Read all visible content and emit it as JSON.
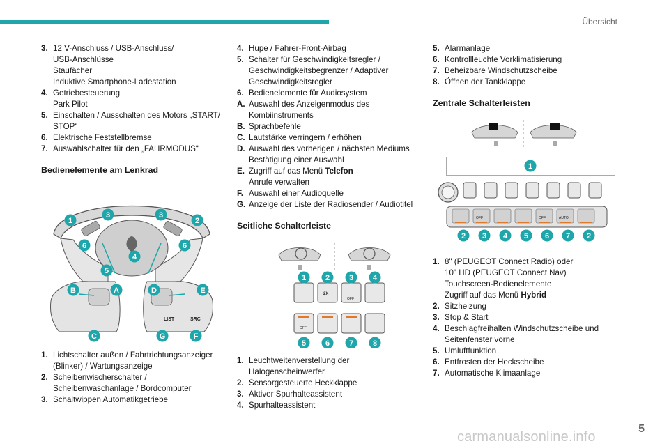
{
  "header": {
    "section": "Übersicht",
    "accent_color": "#1ea6aa"
  },
  "col1": {
    "items": [
      {
        "num": "3.",
        "lines": [
          "12 V-Anschluss / USB-Anschluss/",
          "USB-Anschlüsse",
          "Staufächer",
          "Induktive Smartphone-Ladestation"
        ]
      },
      {
        "num": "4.",
        "lines": [
          "Getriebesteuerung",
          "Park Pilot"
        ]
      },
      {
        "num": "5.",
        "lines": [
          "Einschalten / Ausschalten des Motors „START/",
          "STOP“"
        ]
      },
      {
        "num": "6.",
        "lines": [
          "Elektrische Feststellbremse"
        ]
      },
      {
        "num": "7.",
        "lines": [
          "Auswahlschalter für den „FAHRMODUS“"
        ]
      }
    ],
    "heading": "Bedienelemente am Lenkrad",
    "items2": [
      {
        "num": "1.",
        "lines": [
          "Lichtschalter außen / Fahrtrichtungsanzeiger",
          "(Blinker) / Wartungsanzeige"
        ]
      },
      {
        "num": "2.",
        "lines": [
          "Scheibenwischerschalter /",
          "Scheibenwaschanlage / Bordcomputer"
        ]
      },
      {
        "num": "3.",
        "lines": [
          "Schaltwippen Automatikgetriebe"
        ]
      }
    ]
  },
  "col2": {
    "items": [
      {
        "num": "4.",
        "lines": [
          "Hupe / Fahrer-Front-Airbag"
        ]
      },
      {
        "num": "5.",
        "lines": [
          "Schalter für Geschwindigkeitsregler /",
          "Geschwindigkeitsbegrenzer / Adaptiver",
          "Geschwindigkeitsregler"
        ]
      },
      {
        "num": "6.",
        "lines": [
          "Bedienelemente für Audiosystem"
        ]
      },
      {
        "num": "A.",
        "lines": [
          "Auswahl des Anzeigenmodus des",
          "Kombiinstruments"
        ]
      },
      {
        "num": "B.",
        "lines": [
          "Sprachbefehle"
        ]
      },
      {
        "num": "C.",
        "lines": [
          "Lautstärke verringern / erhöhen"
        ]
      },
      {
        "num": "D.",
        "lines": [
          "Auswahl des vorherigen / nächsten Mediums",
          "Bestätigung einer Auswahl"
        ]
      },
      {
        "num": "E.",
        "lines": [
          "Zugriff auf das Menü",
          "Anrufe verwalten"
        ],
        "bold_suffix": "Telefon"
      },
      {
        "num": "F.",
        "lines": [
          "Auswahl einer Audioquelle"
        ]
      },
      {
        "num": "G.",
        "lines": [
          "Anzeige der Liste der Radiosender / Audiotitel"
        ]
      }
    ],
    "heading": "Seitliche Schalterleiste",
    "items2": [
      {
        "num": "1.",
        "lines": [
          "Leuchtweitenverstellung der",
          "Halogenscheinwerfer"
        ]
      },
      {
        "num": "2.",
        "lines": [
          "Sensorgesteuerte Heckklappe"
        ]
      },
      {
        "num": "3.",
        "lines": [
          "Aktiver Spurhalteassistent"
        ]
      },
      {
        "num": "4.",
        "lines": [
          "Spurhalteassistent"
        ]
      }
    ]
  },
  "col3": {
    "items": [
      {
        "num": "5.",
        "lines": [
          "Alarmanlage"
        ]
      },
      {
        "num": "6.",
        "lines": [
          "Kontrollleuchte Vorklimatisierung"
        ]
      },
      {
        "num": "7.",
        "lines": [
          "Beheizbare Windschutzscheibe"
        ]
      },
      {
        "num": "8.",
        "lines": [
          "Öffnen der Tankklappe"
        ]
      }
    ],
    "heading": "Zentrale Schalterleisten",
    "items2": [
      {
        "num": "1.",
        "lines": [
          "8\" (PEUGEOT Connect Radio) oder",
          "10\" HD (PEUGEOT Connect Nav)",
          "Touchscreen-Bedienelemente",
          "Zugriff auf das Menü"
        ],
        "bold_suffix": "Hybrid"
      },
      {
        "num": "2.",
        "lines": [
          "Sitzheizung"
        ]
      },
      {
        "num": "3.",
        "lines": [
          "Stop & Start"
        ]
      },
      {
        "num": "4.",
        "lines": [
          "Beschlagfreihalten Windschutzscheibe und",
          "Seitenfenster vorne"
        ]
      },
      {
        "num": "5.",
        "lines": [
          "Umluftfunktion"
        ]
      },
      {
        "num": "6.",
        "lines": [
          "Entfrosten der Heckscheibe"
        ]
      },
      {
        "num": "7.",
        "lines": [
          "Automatische Klimaanlage"
        ]
      }
    ]
  },
  "figures": {
    "wheel": {
      "callouts": [
        "1",
        "2",
        "3",
        "3",
        "4",
        "5",
        "6",
        "6",
        "A",
        "B",
        "C",
        "D",
        "E",
        "F",
        "G"
      ],
      "button_labels": [
        "LIST",
        "SRC"
      ]
    },
    "side": {
      "callouts": [
        "1",
        "2",
        "3",
        "4",
        "5",
        "6",
        "7",
        "8"
      ],
      "button_labels": [
        "2X",
        "OFF",
        "OFF"
      ]
    },
    "center": {
      "callouts": [
        "1",
        "2",
        "3",
        "4",
        "5",
        "6",
        "7",
        "2"
      ],
      "button_labels": [
        "OFF",
        "OFF",
        "AUTO"
      ]
    }
  },
  "footer": {
    "page": "5",
    "watermark": "carmanualsonline.info"
  }
}
